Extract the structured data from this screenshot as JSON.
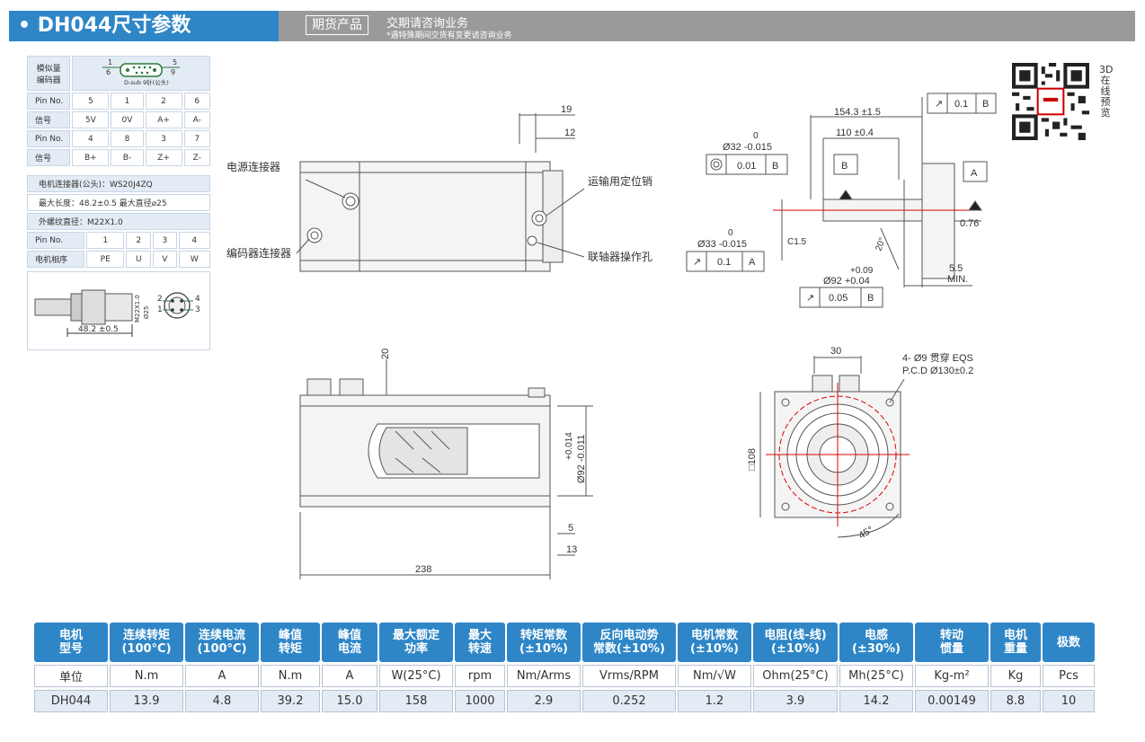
{
  "header": {
    "title": "• DH044尺寸参数",
    "tag": "期货产品",
    "note1": "交期请咨询业务",
    "note2": "*遇特殊期间交货有变更请咨询业务"
  },
  "encoder": {
    "label_l1": "模似量",
    "label_l2": "编码器",
    "dsub_caption": "D-sub 9针(公头)",
    "pin_nums": [
      "1",
      "5",
      "6",
      "9"
    ],
    "rows": [
      {
        "label": "Pin No.",
        "cells": [
          "5",
          "1",
          "2",
          "6"
        ]
      },
      {
        "label": "信号",
        "cells": [
          "5V",
          "0V",
          "A+",
          "A-"
        ]
      },
      {
        "label": "Pin No.",
        "cells": [
          "4",
          "8",
          "3",
          "7"
        ]
      },
      {
        "label": "信号",
        "cells": [
          "B+",
          "B-",
          "Z+",
          "Z-"
        ]
      }
    ]
  },
  "motor_conn": {
    "model": "电机连接器(公头)：WS20J4ZQ",
    "size": "最大长度：48.2±0.5   最大直径⌀25",
    "thread": "外螺纹直径：M22X1.0",
    "rows": [
      {
        "label": "Pin No.",
        "cells": [
          "1",
          "2",
          "3",
          "4"
        ]
      },
      {
        "label": "电机相序",
        "cells": [
          "PE",
          "U",
          "V",
          "W"
        ]
      }
    ],
    "plug_dim": "48.2 ±0.5",
    "plug_m": "M22X1.0",
    "plug_d": "Ø25",
    "plug_pins": [
      "2",
      "4",
      "1",
      "3"
    ]
  },
  "qr_text": "3D在线预览",
  "drawing": {
    "side_labels": {
      "power": "电源连接器",
      "encoder": "编码器连接器",
      "pin": "运输用定位销",
      "hole": "联轴器操作孔"
    },
    "dims_top": {
      "d19": "19",
      "d12": "12"
    },
    "shaft": {
      "d154": "154.3 ±1.5",
      "d110": "110 ±0.4",
      "phi32_nom": "0",
      "phi32": "Ø32 -0.015",
      "phi33_nom": "0",
      "phi33": "Ø33 -0.015",
      "c15": "C1.5",
      "ang20": "20°",
      "phi92_tol": "+0.09",
      "phi92": "Ø92 +0.04",
      "d076": "0.76",
      "d55": "5.5",
      "min": "MIN.",
      "tol_parallel": "0.1",
      "tol_parallel_ref": "B",
      "tol_conc": "0.01",
      "tol_conc_ref": "B",
      "tol_runout": "0.1",
      "tol_runout_ref": "A",
      "tol_runout2": "0.05",
      "tol_runout2_ref": "B",
      "datum_b": "B",
      "datum_a": "A"
    },
    "section": {
      "d20": "20",
      "d238": "238",
      "d5": "5",
      "d13": "13",
      "phi92_tol": "+0.014",
      "phi92": "Ø92 -0.011"
    },
    "front": {
      "d30": "30",
      "holes": "4- Ø9 贯穿 EQS",
      "pcd": "P.C.D   Ø130±0.2",
      "sq108": "□108",
      "ang45": "45°"
    }
  },
  "spec": {
    "headers": [
      [
        "电机",
        "型号"
      ],
      [
        "连续转矩",
        "(100°C)"
      ],
      [
        "连续电流",
        "(100°C)"
      ],
      [
        "峰值",
        "转矩"
      ],
      [
        "峰值",
        "电流"
      ],
      [
        "最大额定",
        "功率"
      ],
      [
        "最大",
        "转速"
      ],
      [
        "转矩常数",
        "(±10%)"
      ],
      [
        "反向电动势",
        "常数(±10%)"
      ],
      [
        "电机常数",
        "(±10%)"
      ],
      [
        "电阻(线-线)",
        "(±10%)"
      ],
      [
        "电感",
        "(±30%)"
      ],
      [
        "转动",
        "惯量"
      ],
      [
        "电机",
        "重量"
      ],
      [
        "极数",
        ""
      ]
    ],
    "units": [
      "单位",
      "N.m",
      "A",
      "N.m",
      "A",
      "W(25°C)",
      "rpm",
      "Nm/Arms",
      "Vrms/RPM",
      "Nm/√W",
      "Ohm(25°C)",
      "Mh(25°C)",
      "Kg-m²",
      "Kg",
      "Pcs"
    ],
    "values": [
      "DH044",
      "13.9",
      "4.8",
      "39.2",
      "15.0",
      "158",
      "1000",
      "2.9",
      "0.252",
      "1.2",
      "3.9",
      "14.2",
      "0.00149",
      "8.8",
      "10"
    ]
  }
}
